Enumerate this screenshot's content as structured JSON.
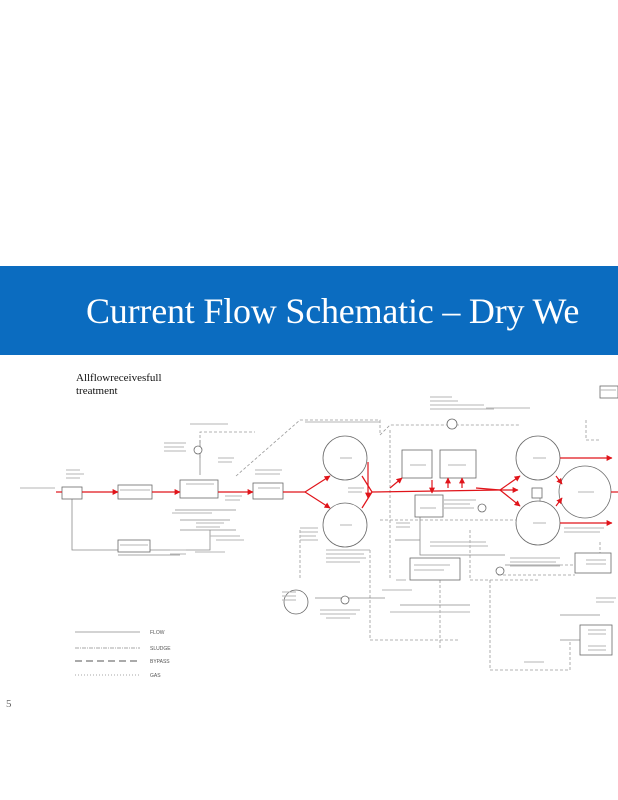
{
  "slide": {
    "title": "Current  Flow Schematic  – Dry We",
    "note": "Allflowreceivesfull treatment",
    "page_number": "5"
  },
  "colors": {
    "title_bar": "#0b6cc0",
    "flow_path": "#e0141a",
    "diagram_line": "#7a7a7a"
  },
  "legend": [
    {
      "label": "FLOW"
    },
    {
      "label": "SLUDGE"
    },
    {
      "label": "BYPASS"
    },
    {
      "label": "GAS"
    }
  ]
}
